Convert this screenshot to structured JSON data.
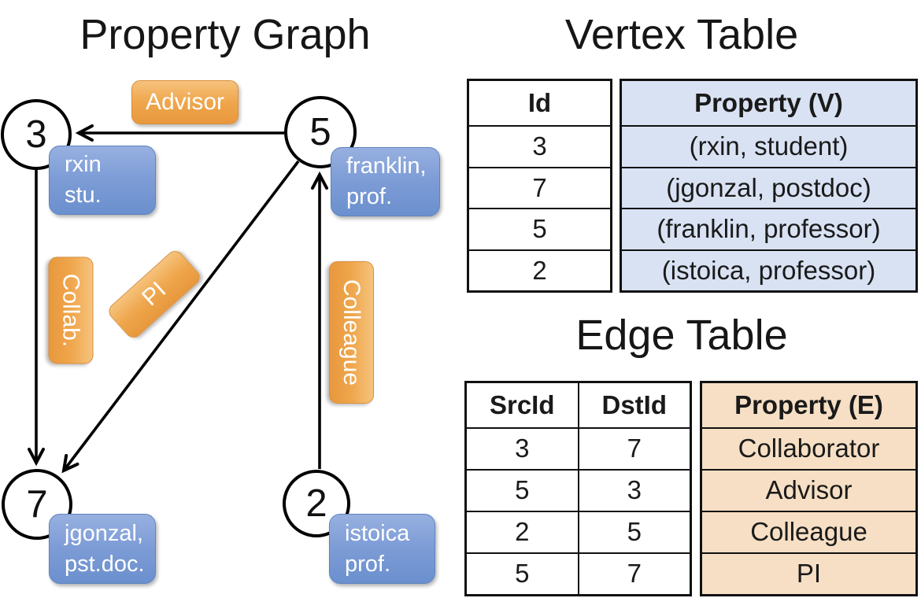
{
  "titles": {
    "graph": "Property Graph",
    "vertex": "Vertex Table",
    "edge": "Edge Table"
  },
  "graph": {
    "nodes": [
      {
        "id": "3",
        "property_lines": [
          "rxin",
          "stu."
        ]
      },
      {
        "id": "5",
        "property_lines": [
          "franklin,",
          "prof."
        ]
      },
      {
        "id": "7",
        "property_lines": [
          "jgonzal,",
          "pst.doc."
        ]
      },
      {
        "id": "2",
        "property_lines": [
          "istoica",
          "prof."
        ]
      }
    ],
    "edges": [
      {
        "label": "Advisor",
        "from": "5",
        "to": "3"
      },
      {
        "label": "Collab.",
        "from": "3",
        "to": "7"
      },
      {
        "label": "PI",
        "from": "5",
        "to": "7"
      },
      {
        "label": "Colleague",
        "from": "2",
        "to": "5"
      }
    ]
  },
  "vertex_table": {
    "headers": [
      "Id",
      "Property (V)"
    ],
    "rows": [
      [
        "3",
        "(rxin, student)"
      ],
      [
        "7",
        "(jgonzal, postdoc)"
      ],
      [
        "5",
        "(franklin, professor)"
      ],
      [
        "2",
        "(istoica, professor)"
      ]
    ]
  },
  "edge_table": {
    "headers": [
      "SrcId",
      "DstId",
      "Property (E)"
    ],
    "rows": [
      [
        "3",
        "7",
        "Collaborator"
      ],
      [
        "5",
        "3",
        "Advisor"
      ],
      [
        "2",
        "5",
        "Colleague"
      ],
      [
        "5",
        "7",
        "PI"
      ]
    ]
  },
  "colors": {
    "node_fill": "#ffffff",
    "node_stroke": "#000000",
    "vertex_box_blue": "#7d9cd6",
    "edge_label_orange": "#efa64c",
    "vertex_table_fill": "#d9e2f3",
    "edge_table_fill": "#f6dfc4",
    "table_border": "#111111",
    "text_on_boxes": "#ffffff"
  }
}
